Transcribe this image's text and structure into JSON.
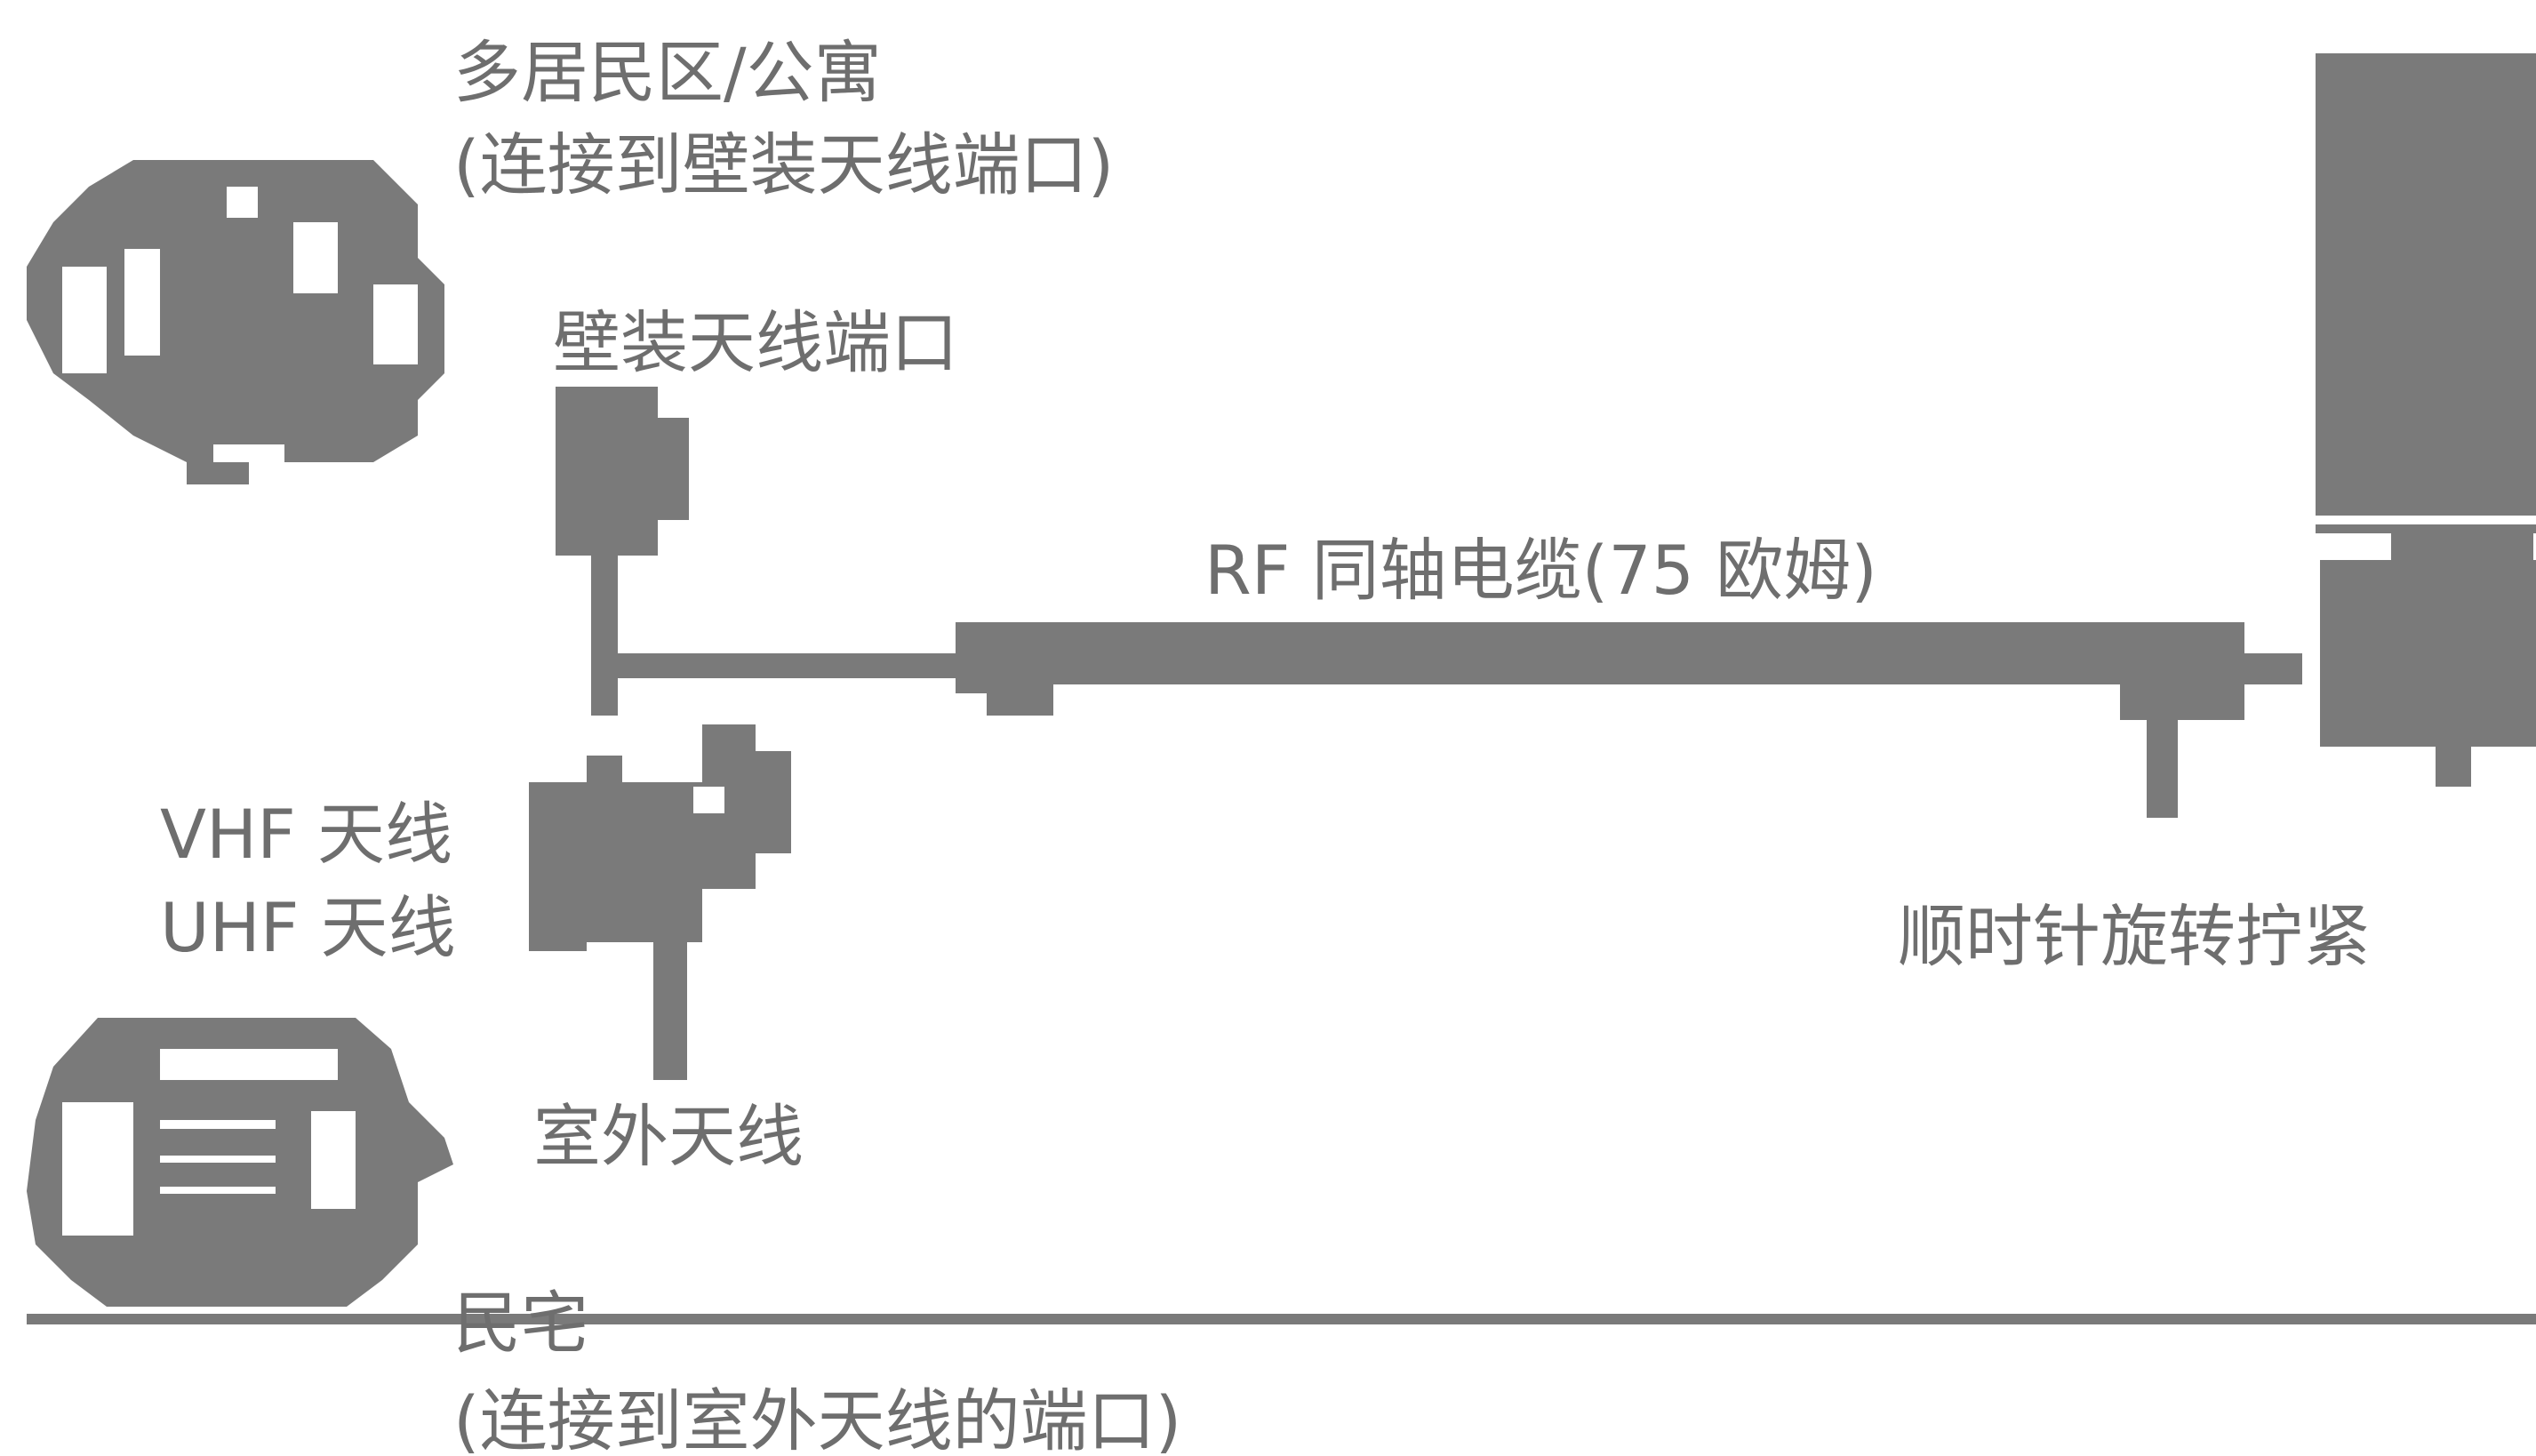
{
  "labels": {
    "apartment_title": "多居民区/公寓",
    "apartment_note": "(连接到壁装天线端口)",
    "wall_port": "壁装天线端口",
    "cable": "RF 同轴电缆(75 欧姆)",
    "vhf": "VHF 天线",
    "uhf": "UHF 天线",
    "outdoor_antenna": "室外天线",
    "tighten": "顺时针旋转拧紧",
    "house_title": "民宅",
    "house_note": "(连接到室外天线的端口)"
  },
  "colors": {
    "ink": "#7a7a7a",
    "text": "#6e6e6e",
    "background": "#ffffff"
  }
}
